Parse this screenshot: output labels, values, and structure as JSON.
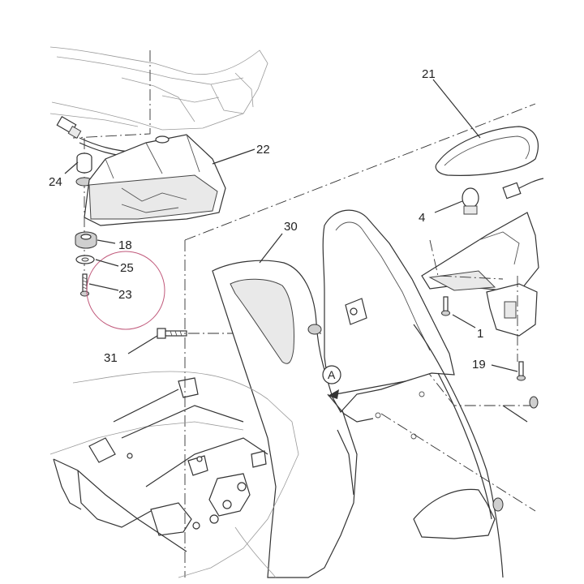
{
  "callouts": {
    "p1": "1",
    "p4": "4",
    "p18": "18",
    "p19": "19",
    "p21": "21",
    "p22": "22",
    "p23": "23",
    "p24": "24",
    "p25": "25",
    "p30": "30",
    "p31": "31",
    "viewA": "A"
  },
  "highlight_color": "#c0587a"
}
